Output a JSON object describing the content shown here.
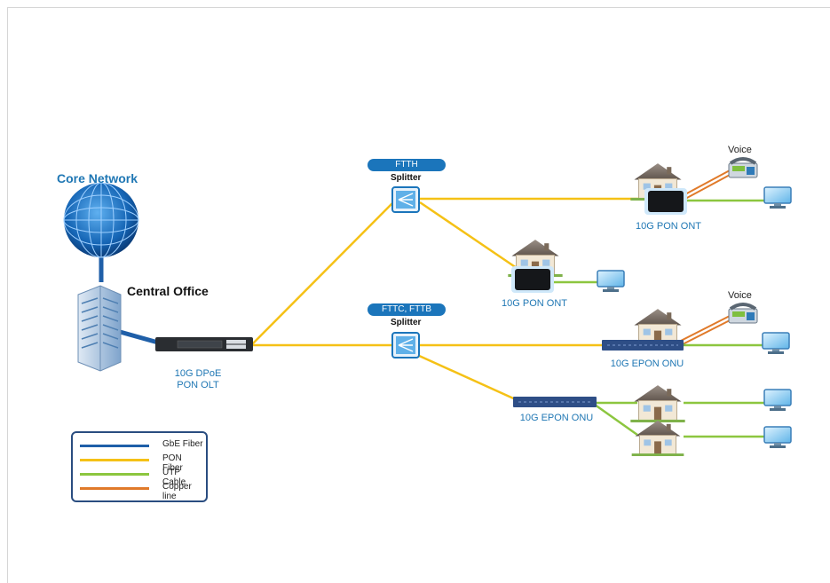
{
  "core_network": {
    "title": "Core Network"
  },
  "central_office": {
    "title": "Central Office",
    "olt_label_1": "10G DPoE",
    "olt_label_2": "PON OLT"
  },
  "ftth": {
    "tag": "FTTH",
    "splitter": "Splitter"
  },
  "fttc": {
    "tag": "FTTC, FTTB",
    "splitter": "Splitter"
  },
  "ont_top": {
    "label": "10G PON ONT"
  },
  "ont_mid": {
    "label": "10G PON ONT"
  },
  "onu_top": {
    "label": "10G EPON ONU"
  },
  "onu_bottom": {
    "label": "10G EPON ONU"
  },
  "voice_top": {
    "label": "Voice"
  },
  "voice_mid": {
    "label": "Voice"
  },
  "legend": {
    "items": [
      {
        "label": "GbE Fiber",
        "color": "#1f5fa8"
      },
      {
        "label": "PON Fiber",
        "color": "#f5c116"
      },
      {
        "label": "UTP Cable",
        "color": "#8cc63f"
      },
      {
        "label": "Copper line",
        "color": "#e07a2a"
      }
    ]
  },
  "colors": {
    "gbe": "#1f5fa8",
    "pon": "#f5c116",
    "utp": "#8cc63f",
    "copper": "#e07a2a",
    "accent": "#1b75bb"
  }
}
